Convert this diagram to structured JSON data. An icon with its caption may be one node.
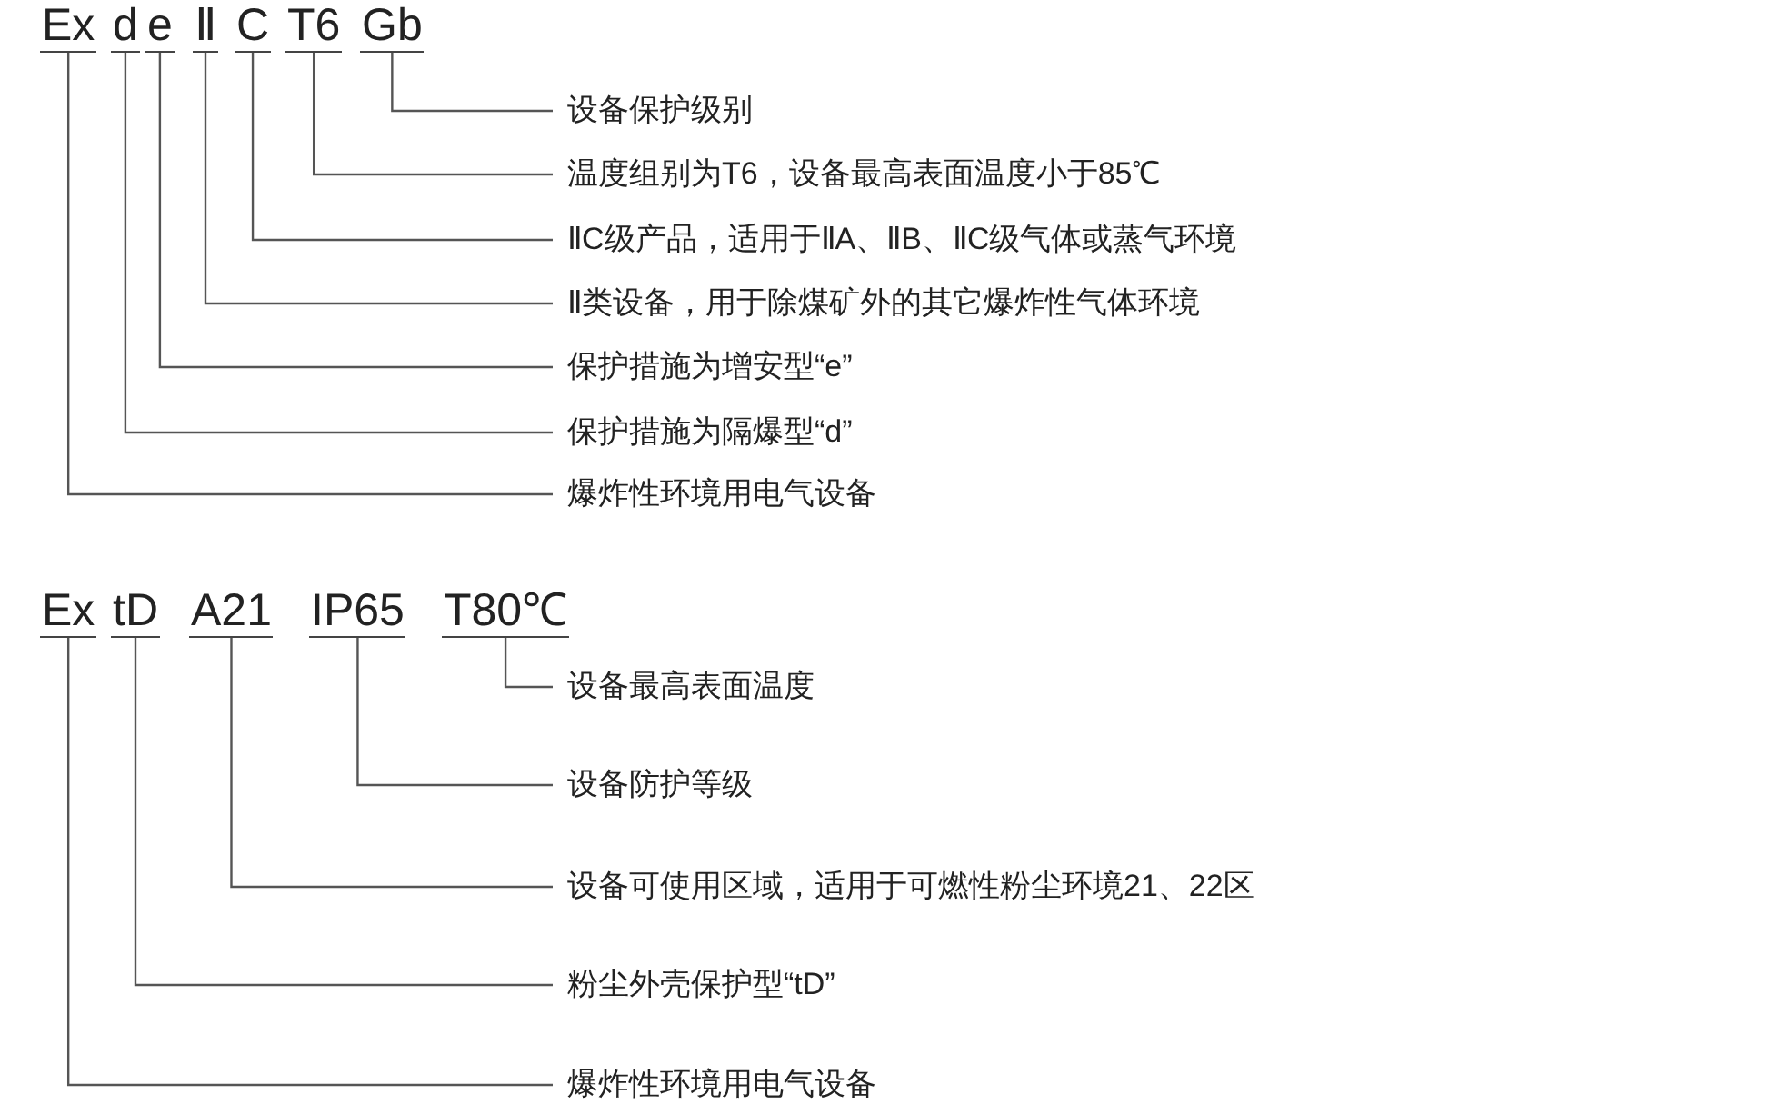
{
  "diagram": {
    "nodes": [
      {
        "text": [
          "Ex"
        ]
      },
      {
        "text": [
          "d"
        ]
      },
      {
        "text": [
          "e"
        ]
      },
      {
        "text": [
          "Ⅱ"
        ]
      },
      {
        "text": [
          "C"
        ]
      },
      {
        "text": [
          "T6"
        ]
      },
      {
        "text": [
          "Gb"
        ]
      },
      {
        "text": [
          "设备保护级别"
        ]
      },
      {
        "text": [
          "温度组别为T6，设备最高表面温度小于85℃"
        ]
      },
      {
        "text": [
          "ⅡC级产品，适用于ⅡA、ⅡB、ⅡC级气体或蒸气环境"
        ]
      },
      {
        "text": [
          "Ⅱ类设备，用于除煤矿外的其它爆炸性气体环境"
        ]
      },
      {
        "text": [
          "保护措施为增安型“e”"
        ]
      },
      {
        "text": [
          "保护措施为隔爆型“d”"
        ]
      },
      {
        "text": [
          "爆炸性环境用电气设备"
        ]
      },
      {
        "text": [
          "Ex"
        ]
      },
      {
        "text": [
          "tD"
        ]
      },
      {
        "text": [
          "A21"
        ]
      },
      {
        "text": [
          "IP65"
        ]
      },
      {
        "text": [
          "T80℃"
        ]
      },
      {
        "text": [
          "设备最高表面温度"
        ]
      },
      {
        "text": [
          "设备防护等级"
        ]
      },
      {
        "text": [
          "设备可使用区域，适用于可燃性粉尘环境21、22区"
        ]
      },
      {
        "text": [
          "粉尘外壳保护型“tD”"
        ]
      },
      {
        "text": [
          "爆炸性环境用电气设备"
        ]
      }
    ],
    "edges": [
      {
        "from": 6,
        "to": 7,
        "arrow": "none"
      },
      {
        "from": 5,
        "to": 8,
        "arrow": "none"
      },
      {
        "from": 4,
        "to": 9,
        "arrow": "none"
      },
      {
        "from": 3,
        "to": 10,
        "arrow": "none"
      },
      {
        "from": 2,
        "to": 11,
        "arrow": "none"
      },
      {
        "from": 1,
        "to": 12,
        "arrow": "none"
      },
      {
        "from": 0,
        "to": 13,
        "arrow": "none"
      },
      {
        "from": 18,
        "to": 19,
        "arrow": "none"
      },
      {
        "from": 17,
        "to": 20,
        "arrow": "none"
      },
      {
        "from": 16,
        "to": 21,
        "arrow": "none"
      },
      {
        "from": 15,
        "to": 22,
        "arrow": "none"
      },
      {
        "from": 14,
        "to": 23,
        "arrow": "none"
      }
    ]
  }
}
